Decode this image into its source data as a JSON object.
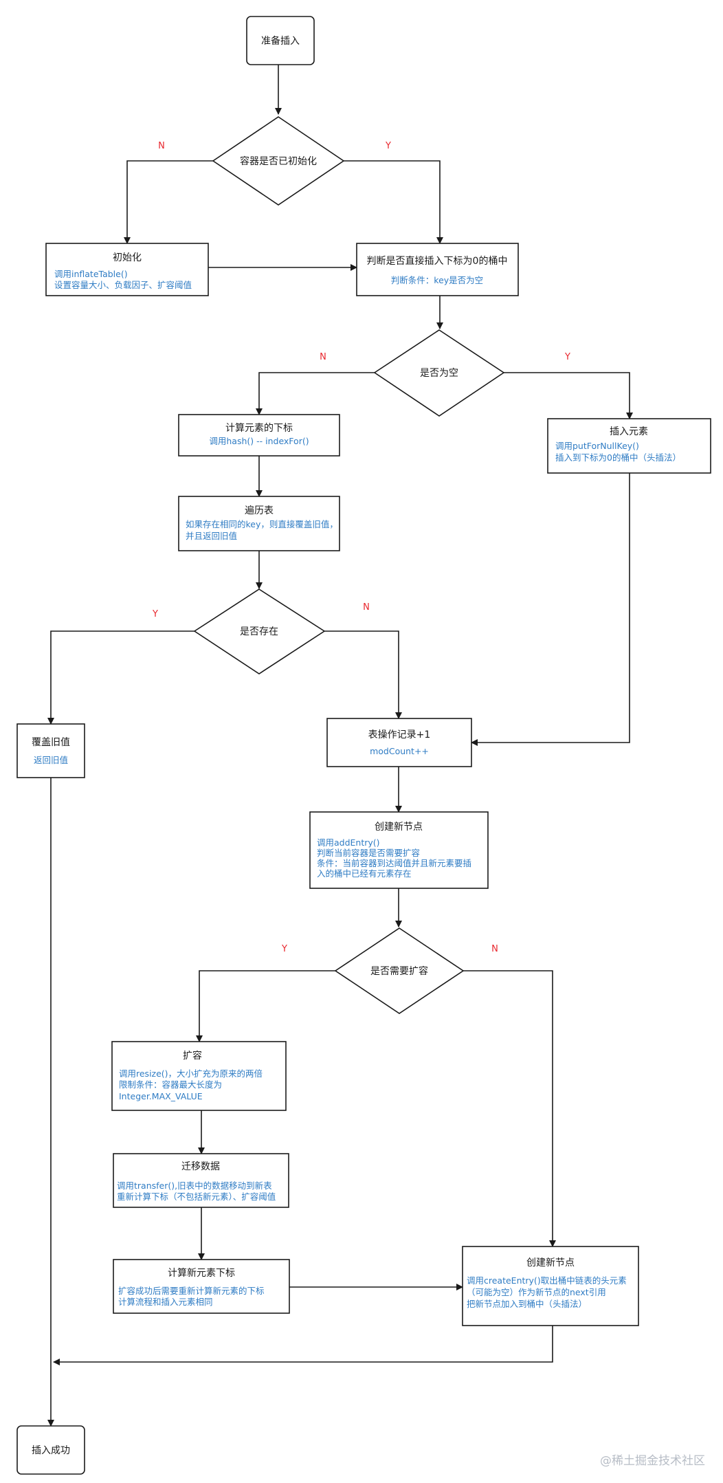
{
  "colors": {
    "stroke": "#1a1a1a",
    "detail_text": "#2f7cc4",
    "yes_no_label": "#e8262d",
    "watermark": "#b7bdc6"
  },
  "nodes": {
    "start": {
      "title": "准备插入"
    },
    "check_init": {
      "title": "容器是否已初始化"
    },
    "init": {
      "title": "初始化",
      "lines": [
        "调用inflateTable()",
        "设置容量大小、负载因子、扩容阈值"
      ]
    },
    "check_index0": {
      "title": "判断是否直接插入下标为0的桶中",
      "lines": [
        "判断条件：key是否为空"
      ]
    },
    "key_null": {
      "title": "是否为空"
    },
    "calc_index": {
      "title": "计算元素的下标",
      "lines": [
        "调用hash() -- indexFor()"
      ]
    },
    "insert_null": {
      "title": "插入元素",
      "lines": [
        "调用putForNullKey()",
        "插入到下标为0的桶中（头插法）"
      ]
    },
    "traverse": {
      "title": "遍历表",
      "lines": [
        "如果存在相同的key，则直接覆盖旧值，",
        "并且返回旧值"
      ]
    },
    "exists": {
      "title": "是否存在"
    },
    "overwrite": {
      "title": "覆盖旧值",
      "lines": [
        "返回旧值"
      ]
    },
    "mod_count": {
      "title": "表操作记录+1",
      "lines": [
        "modCount++"
      ]
    },
    "create_node_1": {
      "title": "创建新节点",
      "lines": [
        "调用addEntry()",
        "判断当前容器是否需要扩容",
        "条件：当前容器到达阈值并且新元素要插",
        "入的桶中已经有元素存在"
      ]
    },
    "need_resize": {
      "title": "是否需要扩容"
    },
    "resize": {
      "title": "扩容",
      "lines": [
        "调用resize()，大小扩充为原来的两倍",
        "限制条件：容器最大长度为",
        "Integer.MAX_VALUE"
      ]
    },
    "migrate": {
      "title": "迁移数据",
      "lines": [
        "调用transfer(),旧表中的数据移动到新表",
        "重新计算下标（不包括新元素）、扩容阈值"
      ]
    },
    "recalc_index": {
      "title": "计算新元素下标",
      "lines": [
        "扩容成功后需要重新计算新元素的下标",
        "计算流程和插入元素相同"
      ]
    },
    "create_node_2": {
      "title": "创建新节点",
      "lines": [
        "调用createEntry()取出桶中链表的头元素",
        "（可能为空）作为新节点的next引用",
        "把新节点加入到桶中（头插法）"
      ]
    },
    "success": {
      "title": "插入成功"
    }
  },
  "edge_labels": {
    "init_no": "N",
    "init_yes": "Y",
    "null_no": "N",
    "null_yes": "Y",
    "exists_yes": "Y",
    "exists_no": "N",
    "resize_yes": "Y",
    "resize_no": "N"
  },
  "watermark": "@稀土掘金技术社区"
}
